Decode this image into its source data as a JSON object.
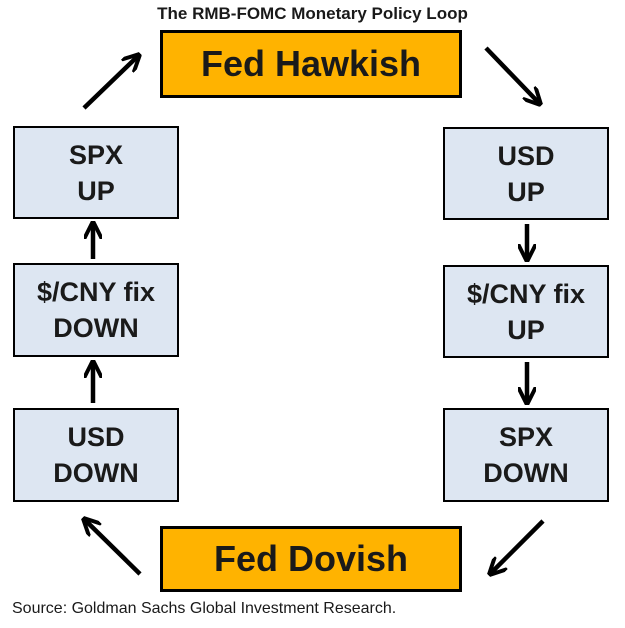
{
  "title": "The RMB-FOMC Monetary Policy Loop",
  "top": {
    "label": "Fed Hawkish"
  },
  "bottom": {
    "label": "Fed Dovish"
  },
  "right_column": [
    {
      "line1": "USD",
      "line2": "UP"
    },
    {
      "line1": "$/CNY fix",
      "line2": "UP"
    },
    {
      "line1": "SPX",
      "line2": "DOWN"
    }
  ],
  "left_column": [
    {
      "line1": "SPX",
      "line2": "UP"
    },
    {
      "line1": "$/CNY fix",
      "line2": "DOWN"
    },
    {
      "line1": "USD",
      "line2": "DOWN"
    }
  ],
  "source": "Source: Goldman Sachs Global Investment Research.",
  "colors": {
    "fed_box": "#ffb300",
    "node_box": "#dde6f2",
    "border": "#000000"
  }
}
